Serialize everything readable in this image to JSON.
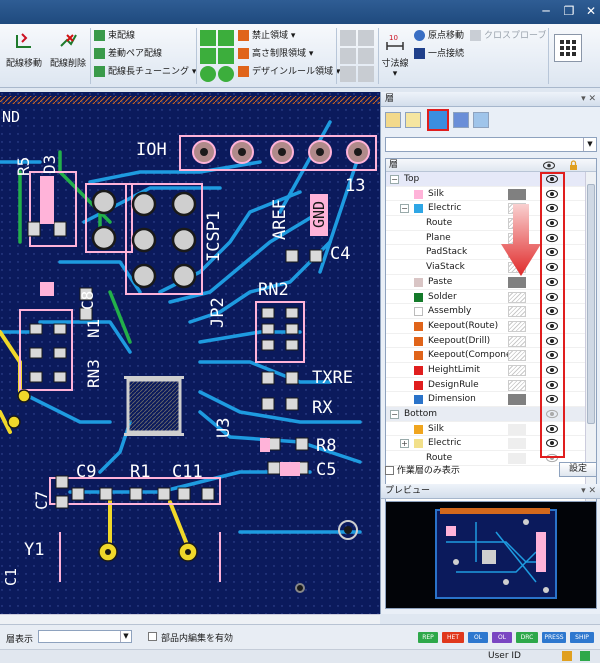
{
  "ribbon": {
    "buttons": {
      "wiring_move": "配線移動",
      "wiring_delete": "配線削除",
      "bundle": "束配線",
      "diff_pair": "差動ペア配線",
      "length_tune": "配線長チューニング",
      "keepout": "禁止領域",
      "height_limit": "高さ制限領域",
      "design_rule": "デザインルール領域",
      "dimension": "寸法線",
      "origin_move": "原点移動",
      "single_connect": "一点接続",
      "cross_probe": "クロスプローブ"
    }
  },
  "panel": {
    "layer_title": "層",
    "header_layer": "層",
    "only_current": "作業層のみ表示",
    "settings_button": "設定",
    "preview_title": "プレビュー"
  },
  "layers": [
    {
      "name": "Top",
      "level": 0,
      "group": true,
      "toggle": "⊟",
      "eye": true
    },
    {
      "name": "Silk",
      "level": 1,
      "color": "#ffb3d9",
      "box": "#808080",
      "eye": true
    },
    {
      "name": "Electric",
      "level": 1,
      "toggle": "⊟",
      "color": "#2ea6e5",
      "box": "hatch",
      "eye": true
    },
    {
      "name": "Route",
      "level": 2,
      "box": "hatch",
      "eye": true
    },
    {
      "name": "Plane",
      "level": 2,
      "box": "hatch",
      "eye": true
    },
    {
      "name": "PadStack",
      "level": 2,
      "box": "hatch",
      "eye": true
    },
    {
      "name": "ViaStack",
      "level": 2,
      "box": "hatch",
      "eye": true
    },
    {
      "name": "Paste",
      "level": 1,
      "color": "#d9c5c5",
      "box": "#808080",
      "eye": true
    },
    {
      "name": "Solder",
      "level": 1,
      "color": "#147a2a",
      "box": "hatch",
      "eye": true
    },
    {
      "name": "Assembly",
      "level": 1,
      "color": "#ffffff",
      "box": "hatch",
      "eye": true
    },
    {
      "name": "Keepout(Route)",
      "level": 1,
      "color": "#e0641a",
      "box": "hatch",
      "eye": true
    },
    {
      "name": "Keepout(Drill)",
      "level": 1,
      "color": "#e0641a",
      "box": "hatch",
      "eye": true
    },
    {
      "name": "Keepout(Component)",
      "level": 1,
      "color": "#e0641a",
      "box": "hatch",
      "eye": true
    },
    {
      "name": "HeightLimit",
      "level": 1,
      "color": "#e01e1e",
      "box": "hatch",
      "eye": true
    },
    {
      "name": "DesignRule",
      "level": 1,
      "color": "#e01e1e",
      "box": "hatch",
      "eye": true
    },
    {
      "name": "Dimension",
      "level": 1,
      "color": "#2a73c9",
      "box": "#808080",
      "eye": true
    },
    {
      "name": "Bottom",
      "level": 0,
      "group": true,
      "toggle": "⊟",
      "eye": false
    },
    {
      "name": "Silk",
      "level": 1,
      "color": "#f0a51e",
      "box": "#eeeeee",
      "eye": true
    },
    {
      "name": "Electric",
      "level": 1,
      "toggle": "⊞",
      "color": "#f2e08a",
      "box": "#eeeeee",
      "eye": true
    },
    {
      "name": "Route",
      "level": 2,
      "box": "#eeeeee",
      "eye": false
    }
  ],
  "pcb": {
    "labels": {
      "ioh": "IOH",
      "d3": "D3",
      "r5": "R5",
      "icsp1": "ICSP1",
      "aref": "AREF",
      "gnd": "GND",
      "n13": "13",
      "c4": "C4",
      "rn2": "RN2",
      "c8": "C8",
      "n1": "N1",
      "rn3": "RN3",
      "jp2": "JP2",
      "u3": "U3",
      "txre": "TXRE",
      "rx": "RX",
      "r8": "R8",
      "c5": "C5",
      "c9": "C9",
      "r1": "R1",
      "c11": "C11",
      "c7": "C7",
      "y1": "Y1",
      "c1": "C1",
      "nd": "ND"
    }
  },
  "status": {
    "layer_display": "層表示",
    "component_edit": "部品内編集を有効",
    "user_id": "User ID",
    "badges": [
      "REP",
      "HET",
      "OL",
      "OL",
      "DRC",
      "PRESS",
      "SHIP"
    ]
  },
  "colors": {
    "board": "#0b1a5c",
    "trace": "#1e9be0",
    "silk": "#ffb3d9",
    "pad": "#cfcfcf",
    "highlight": "#e01e1e"
  }
}
